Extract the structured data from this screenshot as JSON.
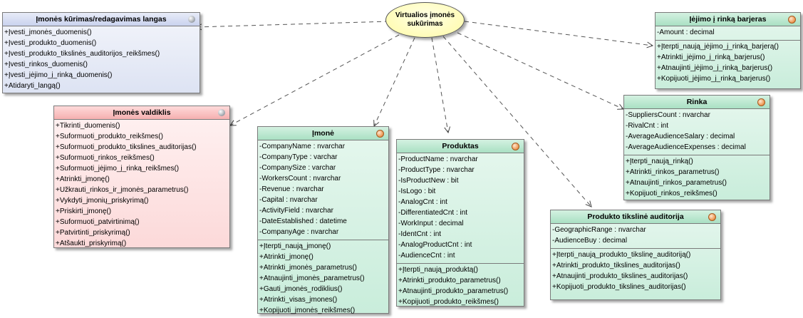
{
  "usecase": {
    "label": "Virtualios įmonės sukūrimas"
  },
  "classes": [
    {
      "id": "imones-kurimas",
      "name": "Įmonės kūrimas/redagavimas langas",
      "attributes": [],
      "operations": [
        "+Įvesti_įmonės_duomenis()",
        "+Įvesti_produkto_duomenis()",
        "+Įvesti_produkto_tikslinės_auditorijos_reikšmes()",
        "+Įvesti_rinkos_duomenis()",
        "+Įvesti_įėjimo_į_rinką_duomenis()",
        "+Atidaryti_langą()"
      ]
    },
    {
      "id": "imones-valdiklis",
      "name": "Įmonės valdiklis",
      "attributes": [],
      "operations": [
        "+Tikrinti_duomenis()",
        "+Suformuoti_produkto_reikšmes()",
        "+Suformuoti_produkto_tikslines_auditorijas()",
        "+Suformuoti_rinkos_reikšmes()",
        "+Suformuoti_įėjimo_į_rinką_reikšmes()",
        "+Atrinkti_įmonę()",
        "+Užkrauti_rinkos_ir_įmonės_parametrus()",
        "+Vykdyti_įmonių_priskyrimą()",
        "+Priskirti_įmonę()",
        "+Suformuoti_patvirtinimą()",
        "+Patvirtinti_priskyrimą()",
        "+Atšaukti_priskyrimą()"
      ]
    },
    {
      "id": "imone",
      "name": "Įmonė",
      "attributes": [
        "-CompanyName : nvarchar",
        "-CompanyType : varchar",
        "-CompanySize : varchar",
        "-WorkersCount : nvarchar",
        "-Revenue : nvarchar",
        "-Capital : nvarchar",
        "-ActivityField : nvarchar",
        "-DateEstablished : datetime",
        "-CompanyAge : nvarchar"
      ],
      "operations": [
        "+Įterpti_naują_įmonę()",
        "+Atrinkti_įmonę()",
        "+Atrinkti_įmonės_parametrus()",
        "+Atnaujinti_įmonės_parametrus()",
        "+Gauti_įmonės_rodiklius()",
        "+Atrinkti_visas_įmones()",
        "+Kopijuoti_įmonės_reikšmes()"
      ]
    },
    {
      "id": "produktas",
      "name": "Produktas",
      "attributes": [
        "-ProductName : nvarchar",
        "-ProductType : nvarchar",
        "-IsProductNew : bit",
        "-IsLogo : bit",
        "-AnalogCnt : int",
        "-DifferentiatedCnt : int",
        "-WorkInput : decimal",
        "-IdentCnt : int",
        "-AnalogProductCnt : int",
        "-AudienceCnt : int"
      ],
      "operations": [
        "+Įterpti_naują_produktą()",
        "+Atrinkti_produkto_parametrus()",
        "+Atnaujinti_produkto_parametrus()",
        "+Kopijuoti_produkto_reikšmes()"
      ]
    },
    {
      "id": "ieijimo-barjeras",
      "name": "Įėjimo į rinką barjeras",
      "attributes": [
        "-Amount : decimal"
      ],
      "operations": [
        "+Įterpti_naują_įėjimo_į_rinką_barjerą()",
        "+Atrinkti_įėjimo_į_rinką_barjerus()",
        "+Atnaujinti_įėjimo_į_rinką_barjerus()",
        "+Kopijuoti_įėjimo_į_rinką_barjerus()"
      ]
    },
    {
      "id": "rinka",
      "name": "Rinka",
      "attributes": [
        "-SuppliersCount : nvarchar",
        "-RivalCnt : int",
        "-AverageAudienceSalary : decimal",
        "-AverageAudienceExpenses : decimal"
      ],
      "operations": [
        "+Įterpti_naują_rinką()",
        "+Atrinkti_rinkos_parametrus()",
        "+Atnaujinti_rinkos_parametrus()",
        "+Kopijuoti_rinkos_reikšmes()"
      ]
    },
    {
      "id": "tiksline-auditorija",
      "name": "Produkto tikslinė auditorija",
      "attributes": [
        "-GeographicRange : nvarchar",
        "-AudienceBuy : decimal"
      ],
      "operations": [
        "+Įterpti_naują_produkto_tikslinę_auditoriją()",
        "+Atrinkti_produkto_tikslines_auditorijas()",
        "+Atnaujinti_produkto_tikslines_auditorijas()",
        "+Kopijuoti_produkto_tikslines_auditorijas()"
      ]
    }
  ]
}
